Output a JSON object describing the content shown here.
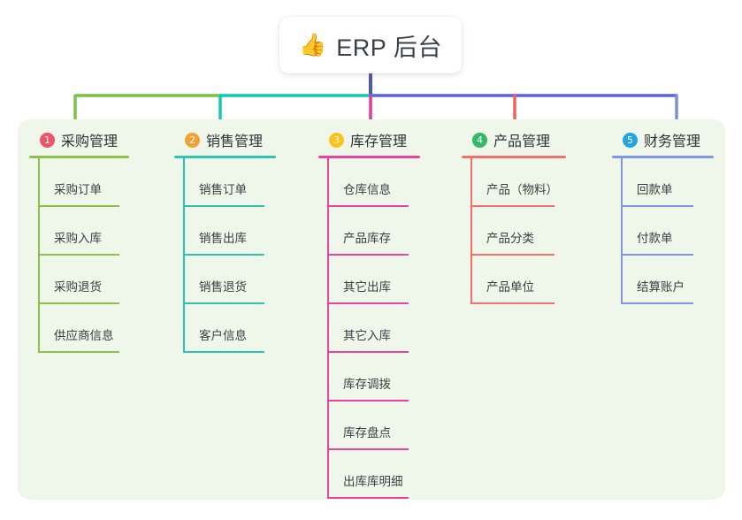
{
  "root": {
    "icon": "thumbs-up",
    "icon_glyph": "👍",
    "title": "ERP 后台"
  },
  "colors": {
    "panel_bg": "#eef7e9",
    "page_bg": "#ffffff",
    "stem": "#4a56c4",
    "green": "#7cc04a",
    "teal": "#14c8b0",
    "pink": "#e8399a",
    "red": "#f0625e",
    "blue": "#7b8fe0",
    "badge1": "#f0546a",
    "badge2": "#f5a033",
    "badge3": "#fcc21b",
    "badge4": "#34b864",
    "badge5": "#22a5e0"
  },
  "columns": [
    {
      "number": "1",
      "title": "采购管理",
      "badge_color": "#f0546a",
      "line_color": "#8cc24a",
      "items": [
        "采购订单",
        "采购入库",
        "采购退货",
        "供应商信息"
      ]
    },
    {
      "number": "2",
      "title": "销售管理",
      "badge_color": "#f5a033",
      "line_color": "#2ec4b0",
      "items": [
        "销售订单",
        "销售出库",
        "销售退货",
        "客户信息"
      ]
    },
    {
      "number": "3",
      "title": "库存管理",
      "badge_color": "#fcc21b",
      "line_color": "#e8439e",
      "items": [
        "仓库信息",
        "产品库存",
        "其它出库",
        "其它入库",
        "库存调拨",
        "库存盘点",
        "出库库明细"
      ]
    },
    {
      "number": "4",
      "title": "产品管理",
      "badge_color": "#34b864",
      "line_color": "#f4706c",
      "items": [
        "产品（物料）",
        "产品分类",
        "产品单位"
      ]
    },
    {
      "number": "5",
      "title": "财务管理",
      "badge_color": "#22a5e0",
      "line_color": "#8095e3",
      "items": [
        "回款单",
        "付款单",
        "结算账户"
      ]
    }
  ]
}
